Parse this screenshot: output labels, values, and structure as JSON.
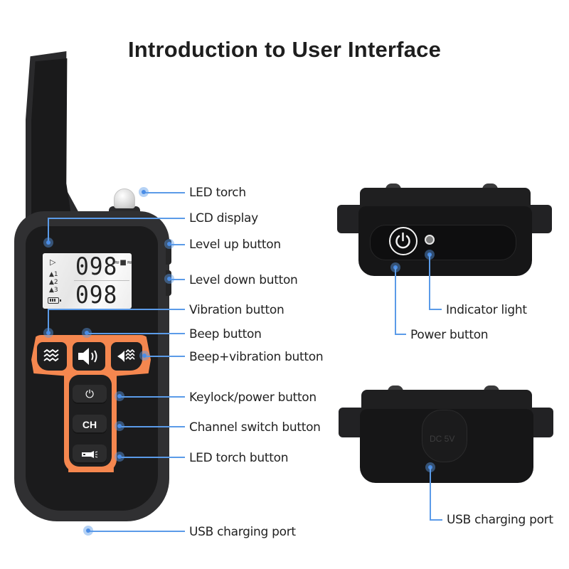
{
  "title": "Introduction to User Interface",
  "transmitter": {
    "lcd": {
      "top_value": "098",
      "bottom_value": "098",
      "dog_indicators": [
        "1",
        "2",
        "3"
      ]
    },
    "buttons": {
      "power_symbol": "⏻",
      "channel_label": "CH"
    },
    "labels": [
      {
        "id": "led-torch",
        "text": "LED torch"
      },
      {
        "id": "lcd-display",
        "text": "LCD display"
      },
      {
        "id": "level-up-button",
        "text": "Level up button"
      },
      {
        "id": "level-down-button",
        "text": "Level down button"
      },
      {
        "id": "vibration-button",
        "text": "Vibration button"
      },
      {
        "id": "beep-button",
        "text": "Beep button"
      },
      {
        "id": "beep-vibration-button",
        "text": "Beep+vibration button"
      },
      {
        "id": "keylock-power-button",
        "text": "Keylock/power button"
      },
      {
        "id": "channel-switch-button",
        "text": "Channel switch button"
      },
      {
        "id": "led-torch-button",
        "text": "LED torch button"
      },
      {
        "id": "usb-charging-port",
        "text": "USB charging port"
      }
    ]
  },
  "receiver_front": {
    "labels": [
      {
        "id": "indicator-light",
        "text": "Indicator light"
      },
      {
        "id": "power-button",
        "text": "Power button"
      }
    ]
  },
  "receiver_back": {
    "port_text": "DC 5V",
    "labels": [
      {
        "id": "usb-charging-port",
        "text": "USB charging port"
      }
    ]
  },
  "colors": {
    "accent_orange": "#f5874f",
    "callout_blue": "#5b9be8",
    "device_black": "#1b1b1c"
  }
}
